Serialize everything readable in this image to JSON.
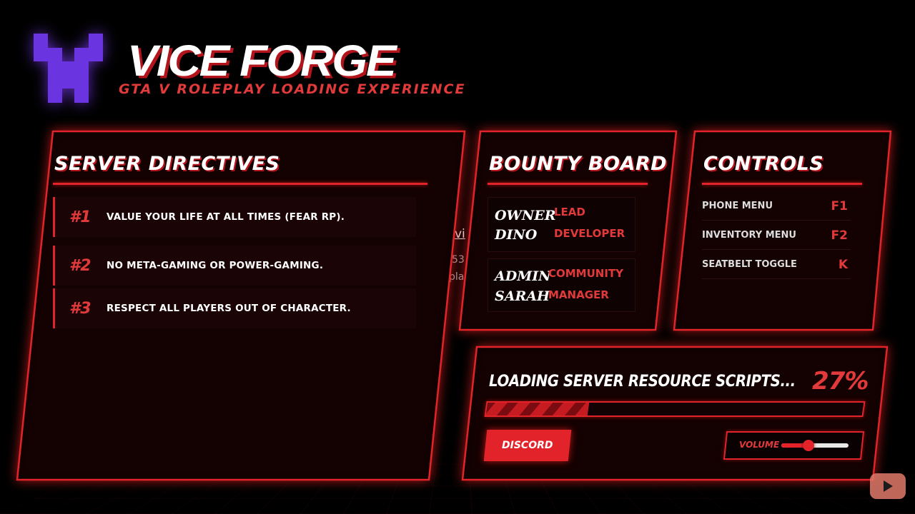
{
  "brand": {
    "title": "VICE FORGE",
    "subtitle": "GTA V ROLEPLAY LOADING EXPERIENCE",
    "logo_icon": "pixel-x-logo-icon",
    "logo_color": "#6a35e0"
  },
  "colors": {
    "accent": "#e2242a",
    "accent_text": "#e23a3a",
    "background": "#000000"
  },
  "directives": {
    "heading": "SERVER DIRECTIVES",
    "rules": [
      {
        "num": "#1",
        "text": "VALUE YOUR LIFE AT ALL TIMES (FEAR RP)."
      },
      {
        "num": "#2",
        "text": "NO META-GAMING OR POWER-GAMING."
      },
      {
        "num": "#3",
        "text": "RESPECT ALL PLAYERS OUT OF CHARACTER."
      }
    ]
  },
  "bounty": {
    "heading": "BOUNTY BOARD",
    "entries": [
      {
        "rank": "OWNER",
        "name": "DINO",
        "role_line1": "LEAD",
        "role_line2": "DEVELOPER"
      },
      {
        "rank": "ADMIN",
        "name": "SARAH",
        "role_line1": "COMMUNITY",
        "role_line2": "MANAGER"
      }
    ]
  },
  "controls": {
    "heading": "CONTROLS",
    "items": [
      {
        "label": "PHONE MENU",
        "key": "F1"
      },
      {
        "label": "INVENTORY MENU",
        "key": "F2"
      },
      {
        "label": "SEATBELT TOGGLE",
        "key": "K"
      }
    ]
  },
  "loading": {
    "status_text": "LOADING SERVER RESOURCE SCRIPTS...",
    "percent_label": "27%",
    "progress": 0.27,
    "discord_label": "DISCORD",
    "volume_label": "VOLUME",
    "volume_level": 0.4
  },
  "overlay": {
    "link_fragment": "vi",
    "line1_fragment": "53",
    "line2_fragment": "play",
    "icon": "exclamation-circle-icon"
  },
  "youtube": {
    "icon": "youtube-play-icon"
  }
}
